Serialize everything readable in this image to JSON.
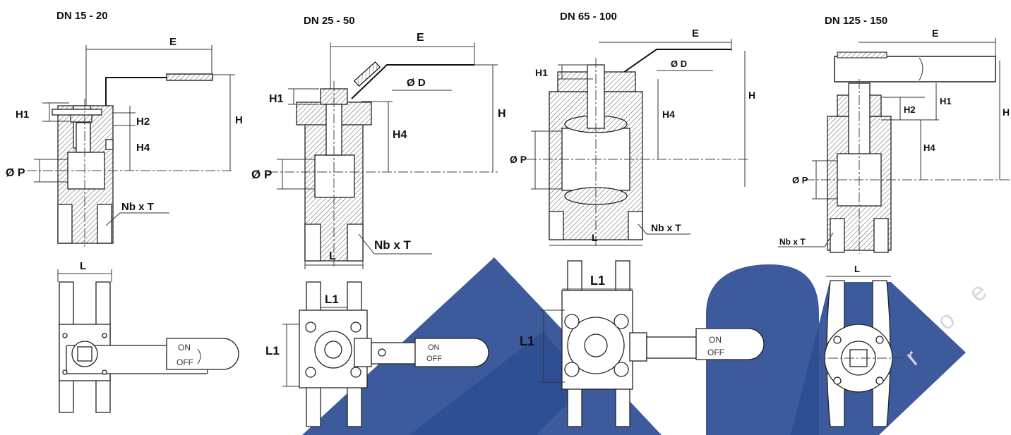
{
  "watermark": {
    "color": "#2e4f95",
    "opacity": 0.93
  },
  "panels": [
    {
      "title": "DN 15 - 20",
      "side_labels": {
        "E": "E",
        "H": "H",
        "H1": "H1",
        "H2": "H2",
        "H4": "H4",
        "P": "Ø P",
        "NbT": "Nb x T"
      },
      "top_labels": {
        "L": "L"
      },
      "switch": {
        "on": "ON",
        "off": "OFF"
      }
    },
    {
      "title": "DN 25 - 50",
      "side_labels": {
        "E": "E",
        "D": "Ø D",
        "H": "H",
        "H1": "H1",
        "H4": "H4",
        "P": "Ø P",
        "L": "L",
        "NbT": "Nb x T"
      },
      "top_labels": {
        "L1a": "L1",
        "L1b": "L1"
      },
      "switch": {
        "on": "ON",
        "off": "OFF"
      }
    },
    {
      "title": "DN 65 - 100",
      "side_labels": {
        "E": "E",
        "D": "Ø D",
        "H": "H",
        "H1": "H1",
        "H4": "H4",
        "P": "Ø P",
        "L": "L",
        "NbT": "Nb x T"
      },
      "top_labels": {
        "L1a": "L1",
        "L1b": "L1"
      },
      "switch": {
        "on": "ON",
        "off": "OFF"
      }
    },
    {
      "title": "DN 125 - 150",
      "side_labels": {
        "E": "E",
        "H": "H",
        "H1": "H1",
        "H2": "H2",
        "H4": "H4",
        "P": "Ø P",
        "NbT": "Nb x T"
      },
      "top_labels": {
        "L": "L"
      }
    }
  ]
}
